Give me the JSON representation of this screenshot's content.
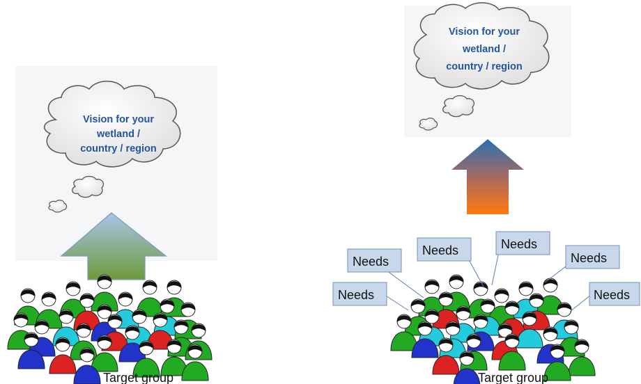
{
  "left_panel": {
    "cloud": {
      "line1": "Vision for your",
      "line2": "wetland /",
      "line3": "country / region"
    },
    "target_group_label": "Target group"
  },
  "right_panel": {
    "cloud": {
      "line1": "Vision for your",
      "line2": "wetland /",
      "line3": "country / region"
    },
    "needs_labels": [
      "Needs",
      "Needs",
      "Needs",
      "Needs",
      "Needs",
      "Needs"
    ],
    "target_group_label": "Target group"
  },
  "colors": {
    "cloud_text": "#2255a0",
    "needs_box_fill": "#c8d8ea",
    "people": [
      "#22aa22",
      "#2233cc",
      "#dd2222",
      "#22ccdd"
    ]
  }
}
